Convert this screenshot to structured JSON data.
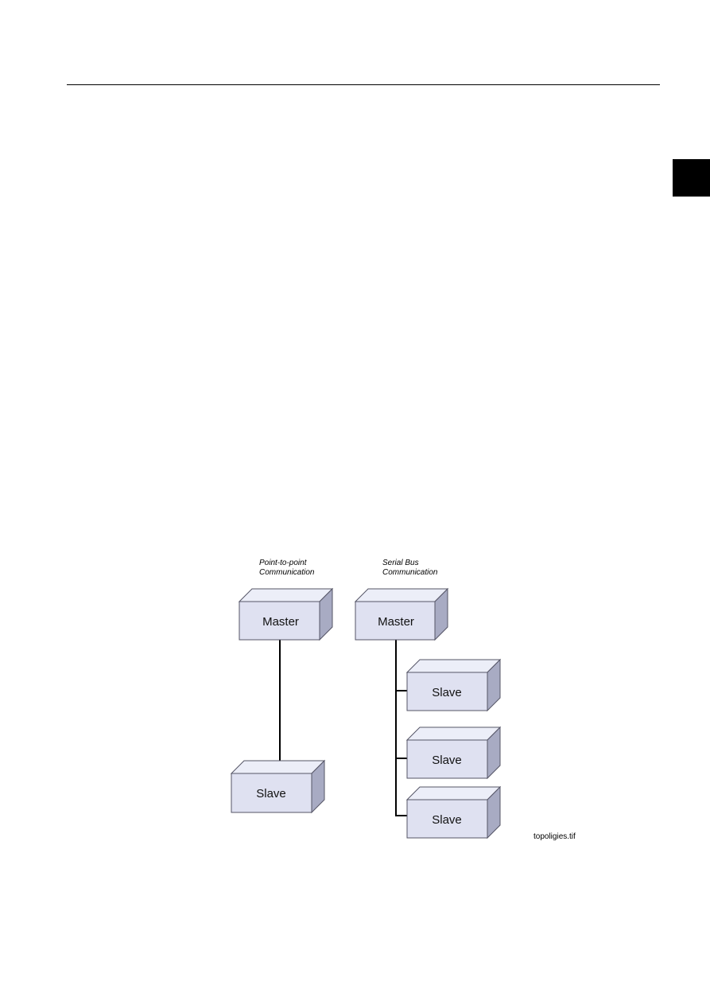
{
  "diagram": {
    "point_to_point": {
      "caption_line1": "Point-to-point",
      "caption_line2": "Communication",
      "master_label": "Master",
      "slave_label": "Slave"
    },
    "serial_bus": {
      "caption_line1": "Serial Bus",
      "caption_line2": "Communication",
      "master_label": "Master",
      "slave_labels": [
        "Slave",
        "Slave",
        "Slave"
      ]
    },
    "file_name": "topoligies.tif"
  },
  "colors": {
    "box_front": "#dfe1f1",
    "box_top": "#eceef8",
    "box_side": "#a8abc3",
    "wire": "#000000",
    "chapter_tab": "#000000"
  }
}
